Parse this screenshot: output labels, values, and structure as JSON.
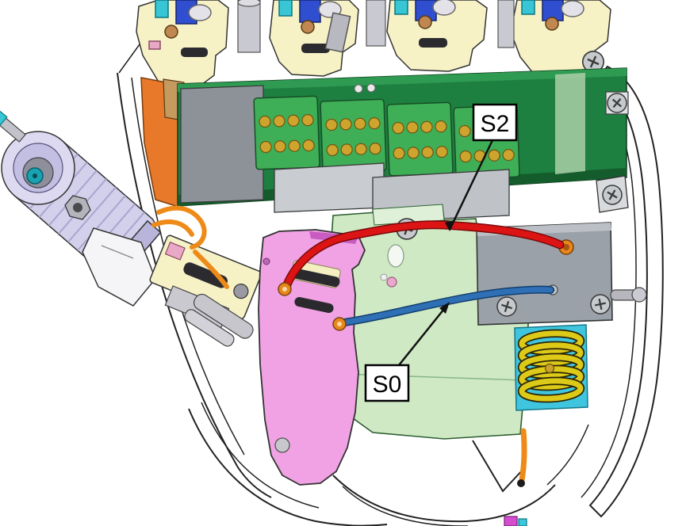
{
  "diagram": {
    "subject": "robotic-hand-palm-wiring-cad-view",
    "annotations": [
      {
        "id": "s2",
        "label": "S2",
        "points_to": "red-wire"
      },
      {
        "id": "s0",
        "label": "S0",
        "points_to": "blue-wire"
      }
    ],
    "colors": {
      "pcb_green": "#1e8040",
      "connector_green": "#3faf57",
      "pin_gold": "#cfa42e",
      "wire_red": "#dc1414",
      "wire_blue": "#2f6fb5",
      "wire_orange": "#ee8a18",
      "bracket_pink": "#f0a2e4",
      "housing_green": "#cfe9c5",
      "plate_gray": "#9ba1a9",
      "actuator_lavender": "#d3d0ec",
      "spring_yellow": "#ddc918",
      "spring_panel_cyan": "#3fc6de",
      "part_pale_yellow": "#f6f2c6",
      "accent_cyan": "#38c6d6",
      "callout_bg": "#ffffff",
      "callout_border": "#000000"
    }
  }
}
